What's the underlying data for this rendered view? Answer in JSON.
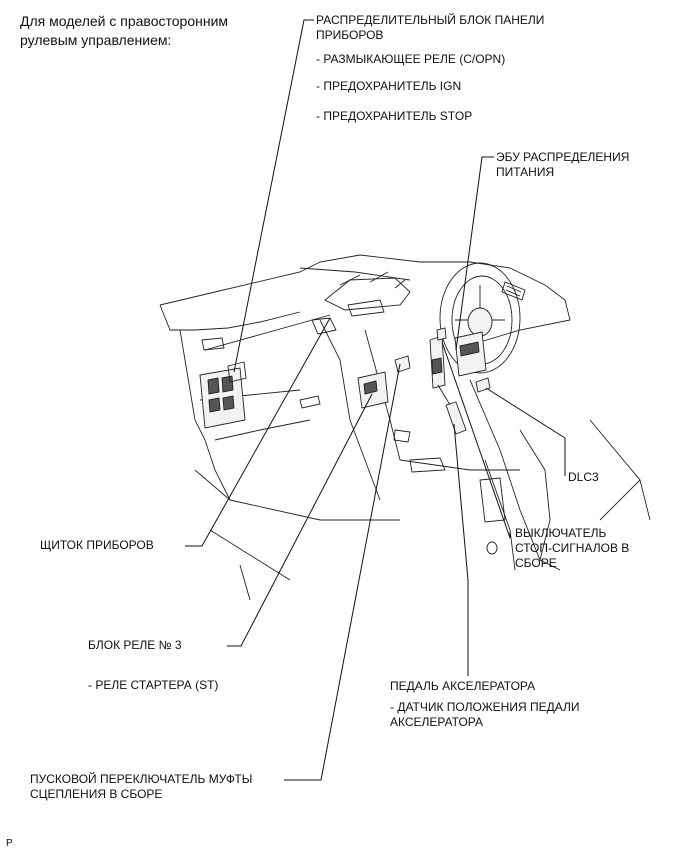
{
  "title": "Для моделей с правосторонним рулевым управлением:",
  "labels": {
    "panel_block": "РАСПРЕДЕЛИТЕЛЬНЫЙ БЛОК ПАНЕЛИ\nПРИБОРОВ",
    "relay_copn": "- РАЗМЫКАЮЩЕЕ РЕЛЕ (C/OPN)",
    "fuse_ign": "- ПРЕДОХРАНИТЕЛЬ IGN",
    "fuse_stop": "- ПРЕДОХРАНИТЕЛЬ STOP",
    "power_ecu": "ЭБУ РАСПРЕДЕЛЕНИЯ\nПИТАНИЯ",
    "dlc3": "DLC3",
    "stop_switch": "ВЫКЛЮЧАТЕЛЬ\nСТОП-СИГНАЛОВ В\nСБОРЕ",
    "combination_meter": "ЩИТОК ПРИБОРОВ",
    "relay_block": "БЛОК РЕЛЕ № 3",
    "starter_relay": "- РЕЛЕ СТАРТЕРА (ST)",
    "accel_pedal": "ПЕДАЛЬ АКСЕЛЕРАТОРА",
    "accel_sensor": "- ДАТЧИК ПОЛОЖЕНИЯ ПЕДАЛИ\nАКСЕЛЕРАТОРА",
    "clutch_switch": "ПУСКОВОЙ ПЕРЕКЛЮЧАТЕЛЬ МУФТЫ\nСЦЕПЛЕНИЯ В СБОРЕ",
    "footer_code": "P"
  }
}
